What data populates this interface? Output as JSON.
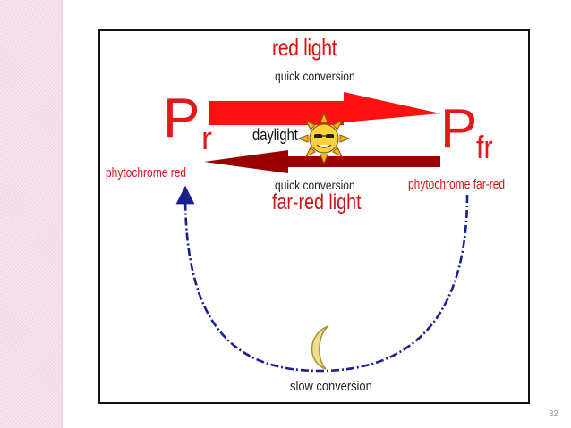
{
  "diagram": {
    "title_top": "red light",
    "subtitle_top": "quick conversion",
    "pr_symbol": "P",
    "pr_subscript": "r",
    "pr_label": "phytochrome red",
    "pfr_symbol": "P",
    "pfr_subscript": "fr",
    "pfr_label": "phytochrome far-red",
    "daylight_label": "daylight",
    "subtitle_bottom": "quick conversion",
    "title_bottom": "far-red light",
    "slow_label": "slow conversion",
    "colors": {
      "red_arrow": "#ff1010",
      "farred_arrow": "#9b0000",
      "dashed_path": "#1a1f8f",
      "text_red": "#e31818"
    },
    "icons": [
      "sun-icon",
      "moon-icon"
    ]
  },
  "page_number": "32"
}
